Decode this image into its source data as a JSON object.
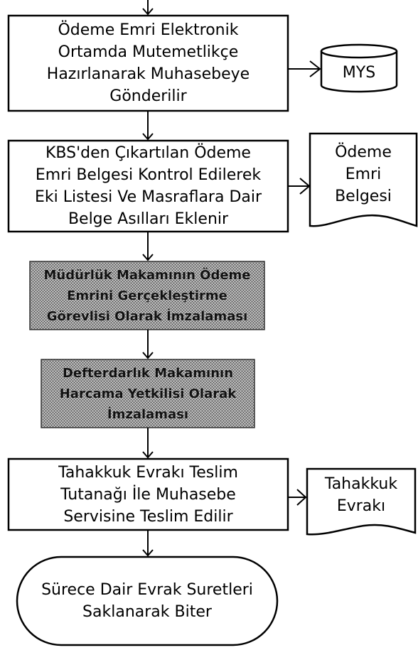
{
  "diagram": {
    "steps": [
      {
        "text": "Ödeme Emri Elektronik\nOrtamda Mutemetlikçe\nHazırlanarak  Muhasebeye\nGönderilir"
      },
      {
        "text": "KBS'den Çıkartılan Ödeme\nEmri Belgesi Kontrol Edilerek\nEki Listesi Ve Masraflara Dair\nBelge Asılları Eklenir"
      },
      {
        "text": "Müdürlük Makamının Ödeme\nEmrini Gerçekleştirme\nGörevlisi Olarak İmzalaması"
      },
      {
        "text": "Defterdarlık Makamının\nHarcama Yetkilisi Olarak\nİmzalaması"
      },
      {
        "text": "Tahakkuk Evrakı Teslim\nTutanağı İle Muhasebe\nServisine Teslim Edilir"
      },
      {
        "text": "Sürece Dair Evrak Suretleri\nSaklanarak Biter"
      }
    ],
    "side_outputs": [
      {
        "type": "database",
        "text": "MYS"
      },
      {
        "type": "document",
        "text": "Ödeme\nEmri\nBelgesi"
      },
      {
        "type": "document",
        "text": "Tahakkuk\nEvrakı"
      }
    ],
    "colors": {
      "line": "#000000",
      "dither_fill": "#8a8a8a"
    }
  }
}
